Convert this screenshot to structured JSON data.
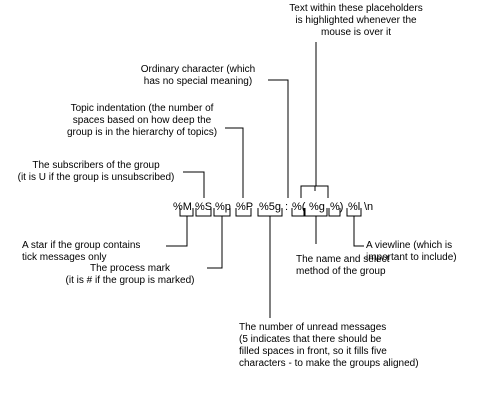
{
  "tokens": {
    "M": "%M",
    "S": "%S",
    "p": "%p",
    "P": "%P",
    "g5": "%5g",
    "colon": ":",
    "open": "%(",
    "g": "%g",
    "close": "%)",
    "l": "%l",
    "newline": "\\n"
  },
  "annotations": {
    "placeholders": "Text within these placeholders\nis highlighted whenever the\nmouse is over it",
    "ordinary": "Ordinary character (which\nhas no special meaning)",
    "indentation": "Topic indentation (the number of\nspaces based on how deep the\ngroup is in the hierarchy of topics)",
    "subscribers": "The subscribers of the group\n(it is U if the group is unsubscribed)",
    "star": "A star if the group contains\ntick messages only",
    "process": "The process mark\n(it is # if the group is marked)",
    "name": "The name and select\nmethod of the group",
    "viewline": "A viewline (which is\nimportant to include)",
    "unread": "The number of unread messages\n(5 indicates that there should be\nfilled spaces in front, so it fills five\ncharacters - to make the groups aligned)"
  }
}
